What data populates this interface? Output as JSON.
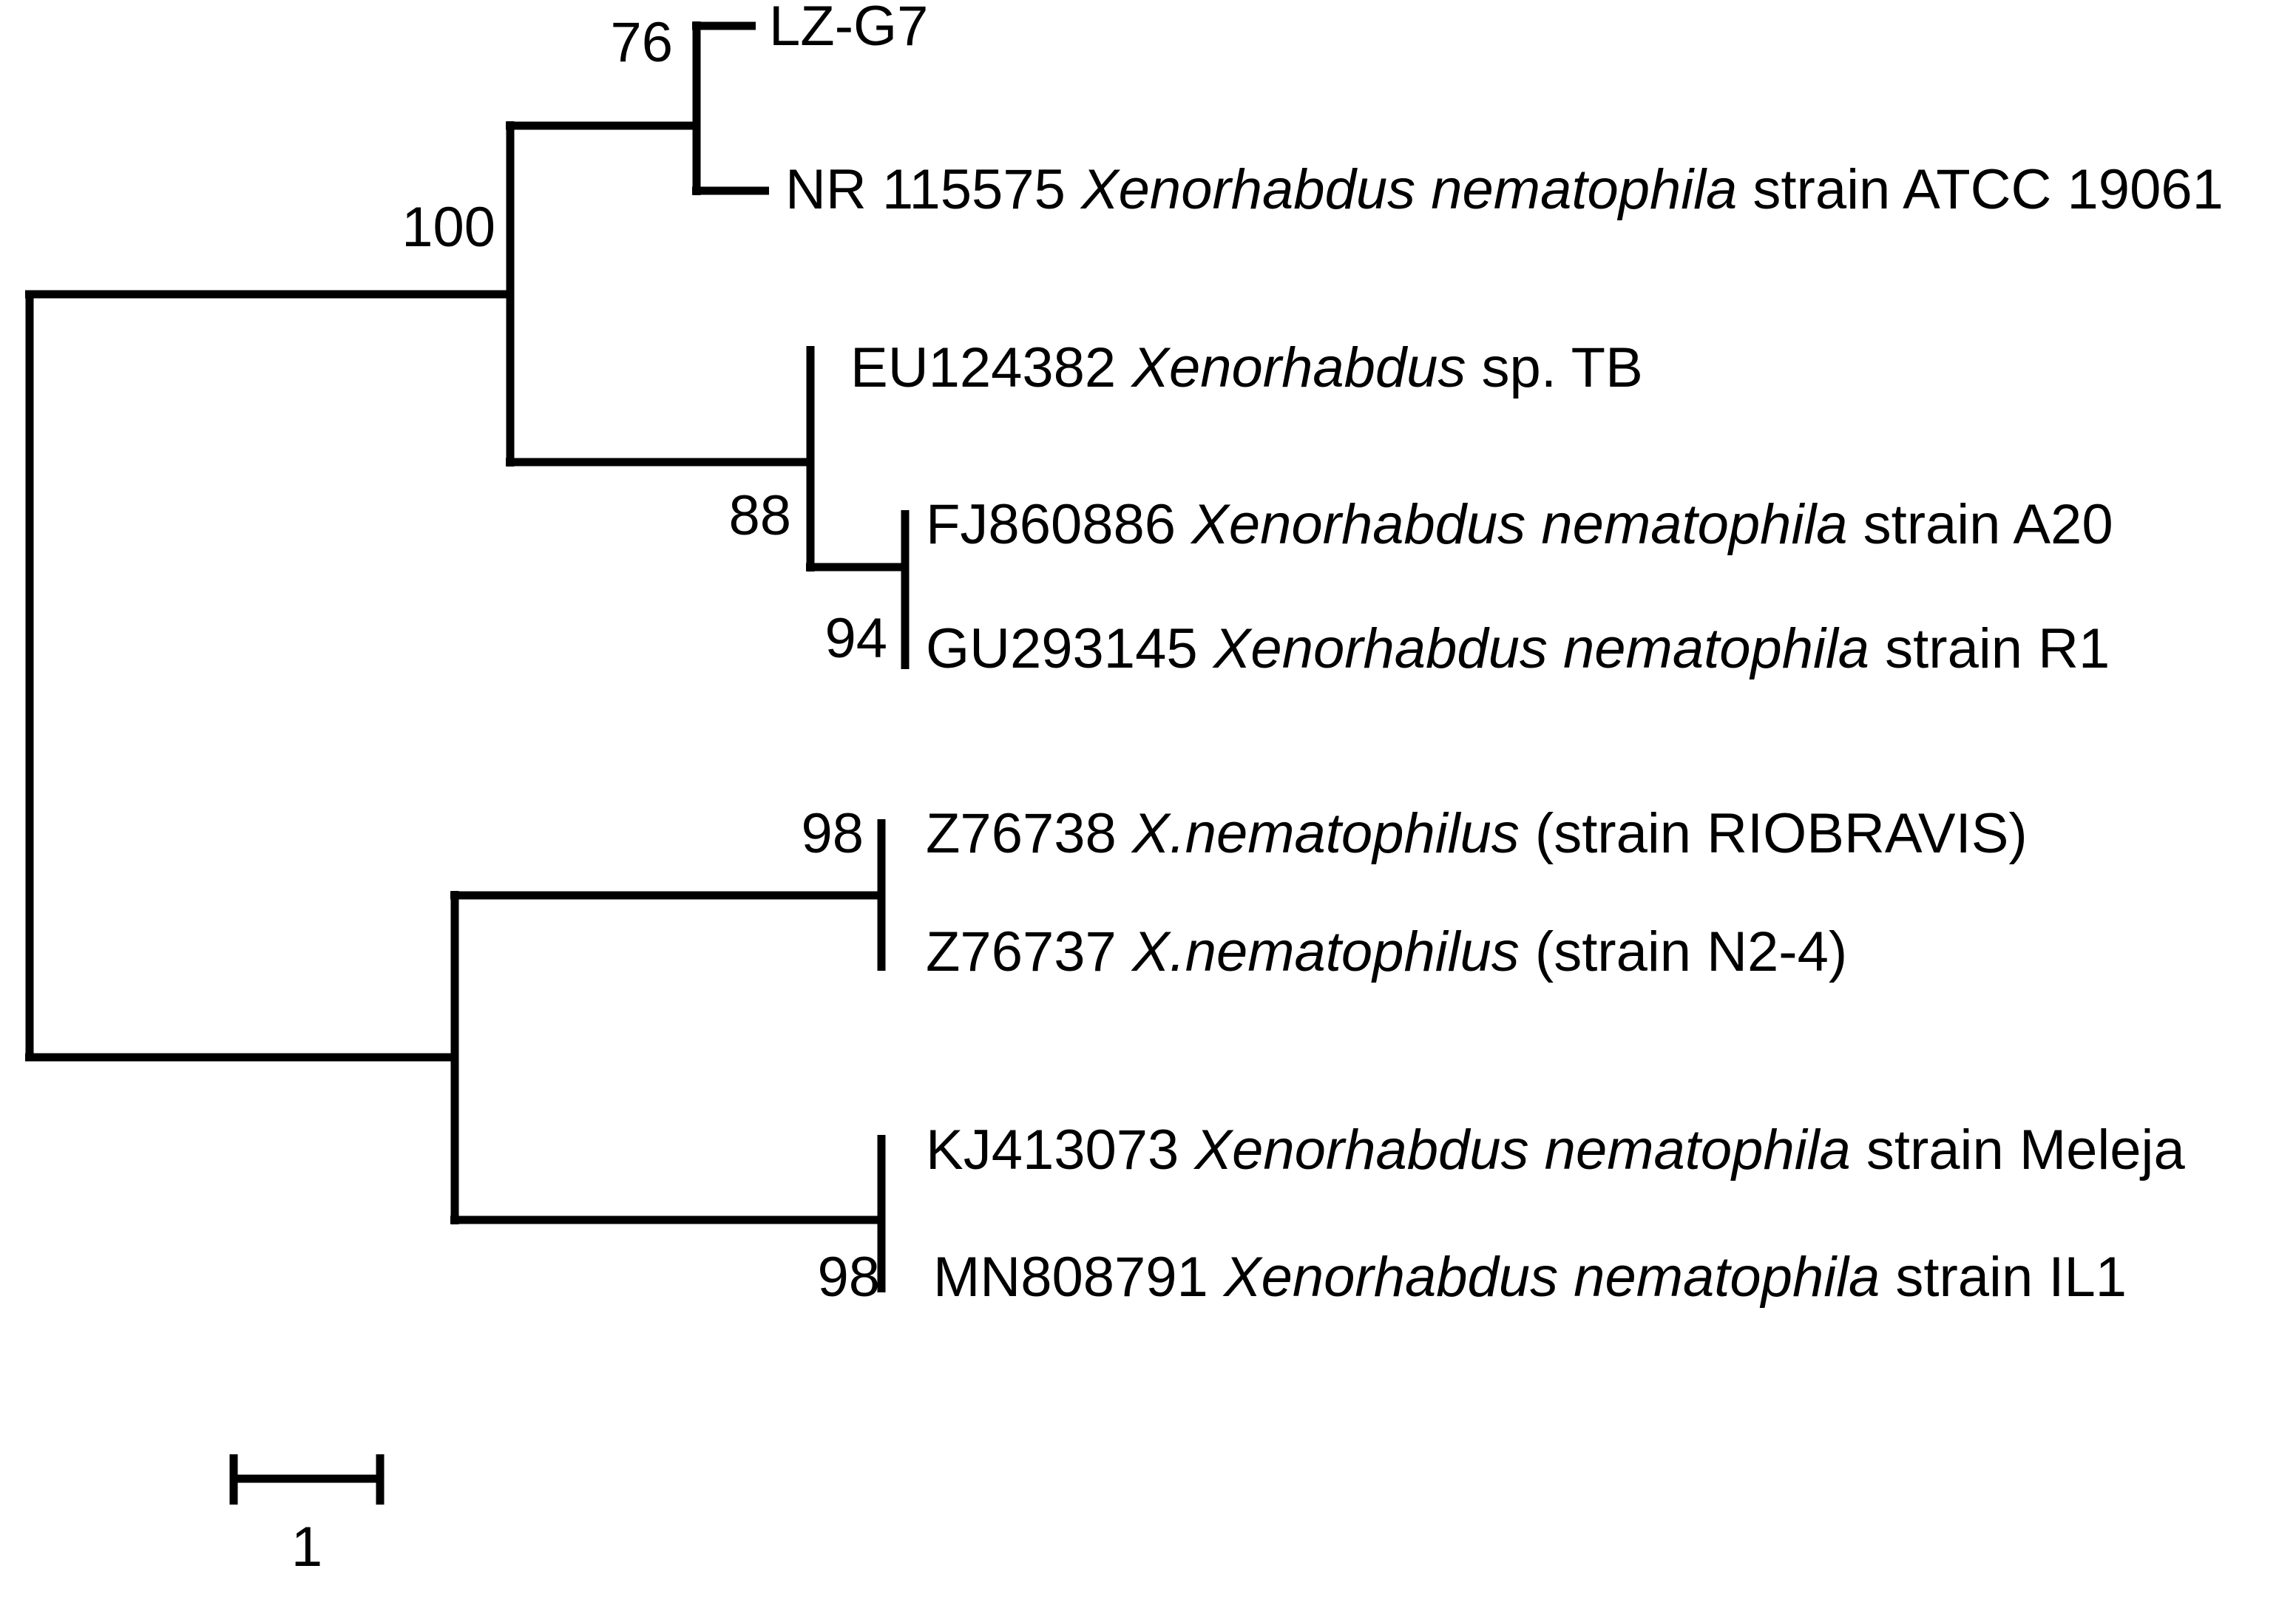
{
  "figure": {
    "type": "phylogenetic-tree",
    "background_color": "#ffffff",
    "line_color": "#000000",
    "text_color": "#000000"
  },
  "chart_data": {
    "type": "tree",
    "title": "",
    "scale_bar": {
      "label": "1",
      "units": ""
    },
    "taxa": [
      {
        "id": "lz-g7",
        "accession": "",
        "full_label": "LZ-G7",
        "parts": [
          {
            "text": "LZ-G7",
            "italic": false
          }
        ]
      },
      {
        "id": "nr115575",
        "accession": "NR 115575",
        "full_label": "NR 115575 Xenorhabdus nematophila strain ATCC 19061",
        "parts": [
          {
            "text": "NR 115575 ",
            "italic": false
          },
          {
            "text": "Xenorhabdus nematophila",
            "italic": true
          },
          {
            "text": " strain ATCC 19061",
            "italic": false
          }
        ]
      },
      {
        "id": "eu124382",
        "accession": "EU124382",
        "full_label": "EU124382 Xenorhabdus sp. TB",
        "parts": [
          {
            "text": "EU124382 ",
            "italic": false
          },
          {
            "text": "Xenorhabdus",
            "italic": true
          },
          {
            "text": " sp. TB",
            "italic": false
          }
        ]
      },
      {
        "id": "fj860886",
        "accession": "FJ860886",
        "full_label": "FJ860886 Xenorhabdus nematophila strain A20",
        "parts": [
          {
            "text": "FJ860886 ",
            "italic": false
          },
          {
            "text": "Xenorhabdus nematophila",
            "italic": true
          },
          {
            "text": " strain A20",
            "italic": false
          }
        ]
      },
      {
        "id": "gu293145",
        "accession": "GU293145",
        "full_label": "GU293145 Xenorhabdus nematophila strain R1",
        "parts": [
          {
            "text": "GU293145 ",
            "italic": false
          },
          {
            "text": "Xenorhabdus nematophila",
            "italic": true
          },
          {
            "text": " strain R1",
            "italic": false
          }
        ]
      },
      {
        "id": "z76738",
        "accession": "Z76738",
        "full_label": "Z76738 X.nematophilus (strain RIOBRAVIS)",
        "parts": [
          {
            "text": "Z76738 ",
            "italic": false
          },
          {
            "text": "X.nematophilus",
            "italic": true
          },
          {
            "text": " (strain RIOBRAVIS)",
            "italic": false
          }
        ]
      },
      {
        "id": "z76737",
        "accession": "Z76737",
        "full_label": "Z76737 X.nematophilus (strain N2-4)",
        "parts": [
          {
            "text": "Z76737 ",
            "italic": false
          },
          {
            "text": "X.nematophilus",
            "italic": true
          },
          {
            "text": " (strain N2-4)",
            "italic": false
          }
        ]
      },
      {
        "id": "kj413073",
        "accession": "KJ413073",
        "full_label": "KJ413073 Xenorhabdus nematophila strain Meleja",
        "parts": [
          {
            "text": "KJ413073 ",
            "italic": false
          },
          {
            "text": "Xenorhabdus nematophila",
            "italic": true
          },
          {
            "text": " strain Meleja",
            "italic": false
          }
        ]
      },
      {
        "id": "mn808791",
        "accession": "MN808791",
        "full_label": "MN808791 Xenorhabdus nematophila strain IL1",
        "parts": [
          {
            "text": "MN808791 ",
            "italic": false
          },
          {
            "text": "Xenorhabdus nematophila",
            "italic": true
          },
          {
            "text": " strain IL1",
            "italic": false
          }
        ]
      }
    ],
    "bootstrap_values": [
      {
        "id": "boot-76",
        "value": "76",
        "supports": "lz-g7 + nr115575"
      },
      {
        "id": "boot-100",
        "value": "100",
        "supports": "upper clade"
      },
      {
        "id": "boot-88",
        "value": "88",
        "supports": "eu124382 + (fj860886,gu293145)"
      },
      {
        "id": "boot-94",
        "value": "94",
        "supports": "fj860886 + gu293145"
      },
      {
        "id": "boot-98a",
        "value": "98",
        "supports": "z76738 + z76737"
      },
      {
        "id": "boot-98b",
        "value": "98",
        "supports": "kj413073 + mn808791"
      }
    ],
    "newick": "(((LZ-G7,NR115575)76,(EU124382,(FJ860886,GU293145)94)88)100,((Z76738,Z76737)98,(KJ413073,MN808791)98));"
  },
  "labels": {
    "lz_g7": "LZ-G7",
    "nr115575_pre": "NR 115575 ",
    "nr115575_ital": "Xenorhabdus nematophila",
    "nr115575_post": " strain ATCC 19061",
    "eu124382_pre": "EU124382 ",
    "eu124382_ital": "Xenorhabdus",
    "eu124382_post": " sp. TB",
    "fj860886_pre": "FJ860886 ",
    "fj860886_ital": "Xenorhabdus nematophila",
    "fj860886_post": " strain A20",
    "gu293145_pre": "GU293145 ",
    "gu293145_ital": "Xenorhabdus nematophila",
    "gu293145_post": " strain R1",
    "z76738_pre": "Z76738 ",
    "z76738_ital": "X.nematophilus",
    "z76738_post": " (strain RIOBRAVIS)",
    "z76737_pre": "Z76737 ",
    "z76737_ital": "X.nematophilus",
    "z76737_post": " (strain N2-4)",
    "kj413073_pre": "KJ413073 ",
    "kj413073_ital": "Xenorhabdus nematophila",
    "kj413073_post": " strain Meleja",
    "mn808791_pre": "MN808791 ",
    "mn808791_ital": "Xenorhabdus nematophila",
    "mn808791_post": " strain IL1"
  },
  "bootstrap": {
    "b76": "76",
    "b100": "100",
    "b88": "88",
    "b94": "94",
    "b98a": "98",
    "b98b": "98"
  },
  "scale": {
    "value": "1"
  }
}
